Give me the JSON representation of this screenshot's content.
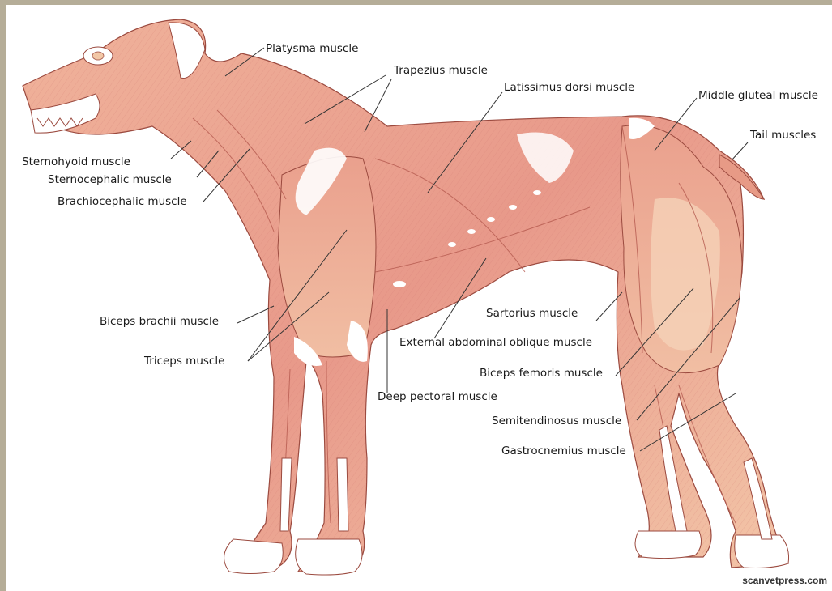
{
  "labels": {
    "platysma": "Platysma muscle",
    "trapezius": "Trapezius muscle",
    "latissimus": "Latissimus dorsi muscle",
    "middle_gluteal": "Middle gluteal muscle",
    "tail": "Tail muscles",
    "sternohyoid": "Sternohyoid muscle",
    "sternocephalic": "Sternocephalic muscle",
    "brachiocephalic": "Brachiocephalic muscle",
    "biceps_brachii": "Biceps brachii muscle",
    "triceps": "Triceps muscle",
    "sartorius": "Sartorius muscle",
    "ext_abdominal_oblique": "External abdominal oblique muscle",
    "biceps_femoris": "Biceps femoris muscle",
    "deep_pectoral": "Deep pectoral muscle",
    "semitendinosus": "Semitendinosus muscle",
    "gastrocnemius": "Gastrocnemius muscle"
  },
  "credit": "scanvetpress.com",
  "colors": {
    "frame_border": "#b5ad98",
    "muscle_light": "#f2c7a6",
    "muscle_mid": "#e79a86",
    "muscle_dark": "#d8746a",
    "tendon": "#ffffff",
    "outline": "#8a3a34",
    "leader_line": "#333333"
  }
}
